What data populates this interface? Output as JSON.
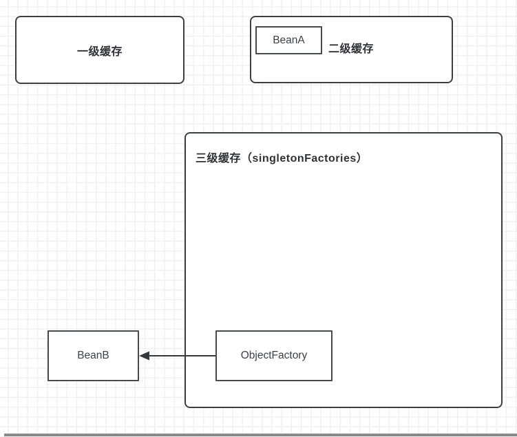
{
  "canvas": {
    "background_color": "#ffffff",
    "grid_color": "#f1f1f4",
    "stroke_color": "#3a3f46",
    "text_color": "#2d3237",
    "bottom_edge_color": "#8a8a8a"
  },
  "nodes": {
    "level1_cache": {
      "label": "一级缓存",
      "shape": "rounded-rectangle"
    },
    "level2_cache": {
      "label": "二级缓存",
      "shape": "rounded-rectangle"
    },
    "beana": {
      "label": "BeanA",
      "shape": "rectangle"
    },
    "level3_cache": {
      "label": "三级缓存（singletonFactories）",
      "shape": "rounded-rectangle"
    },
    "beanb": {
      "label": "BeanB",
      "shape": "rectangle"
    },
    "objectfactory": {
      "label": "ObjectFactory",
      "shape": "rectangle"
    }
  },
  "connector": {
    "type": "arrow",
    "direction": "right-to-left",
    "from": "ObjectFactory",
    "to": "BeanB"
  }
}
